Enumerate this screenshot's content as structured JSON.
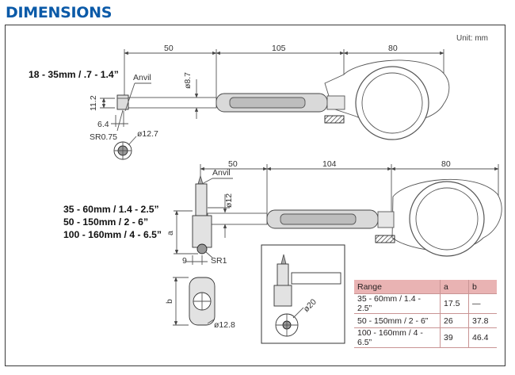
{
  "title": "DIMENSIONS",
  "unit": "Unit: mm",
  "gauge_top": {
    "range": "18 - 35mm / .7 - 1.4”",
    "dims": {
      "d50": "50",
      "d105": "105",
      "d80": "80",
      "anvil": "Anvil",
      "dia_87": "ø8.7",
      "h112": "11.2",
      "w64": "6.4",
      "sr075": "SR0.75",
      "dia_127": "ø12.7"
    }
  },
  "gauge_bottom": {
    "ranges": [
      "35 - 60mm / 1.4 - 2.5”",
      "50 - 150mm / 2 - 6”",
      "100 - 160mm / 4 - 6.5”"
    ],
    "dims": {
      "d50": "50",
      "d104": "104",
      "d80": "80",
      "anvil": "Anvil",
      "dia_12": "ø12",
      "a": "a",
      "w9": "9",
      "sr1": "SR1",
      "b": "b",
      "dia_128": "ø12.8",
      "dia_20": "ø20"
    }
  },
  "table": {
    "headers": [
      "Range",
      "a",
      "b"
    ],
    "rows": [
      [
        "35 - 60mm / 1.4 - 2.5”",
        "17.5",
        "—"
      ],
      [
        "50 - 150mm / 2 - 6”",
        "26",
        "37.8"
      ],
      [
        "100 - 160mm / 4 - 6.5”",
        "39",
        "46.4"
      ]
    ]
  }
}
